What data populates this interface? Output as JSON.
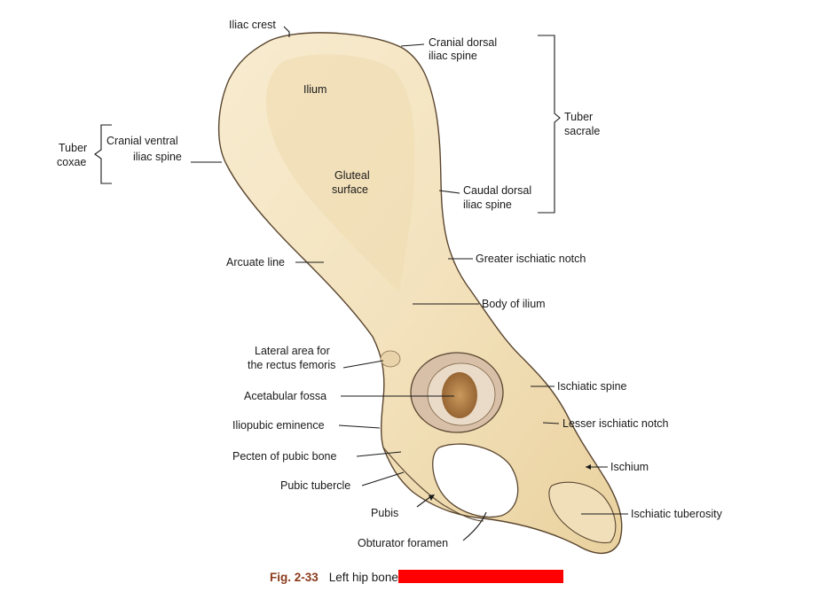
{
  "labels": {
    "iliac_crest": "Iliac crest",
    "cranial_dorsal_1": "Cranial dorsal",
    "cranial_dorsal_2": "iliac spine",
    "ilium": "Ilium",
    "tuber_sacrale_1": "Tuber",
    "tuber_sacrale_2": "sacrale",
    "tuber_coxae_1": "Tuber",
    "tuber_coxae_2": "coxae",
    "cranial_ventral_1": "Cranial ventral",
    "cranial_ventral_2": "iliac spine",
    "gluteal_1": "Gluteal",
    "gluteal_2": "surface",
    "caudal_dorsal_1": "Caudal dorsal",
    "caudal_dorsal_2": "iliac spine",
    "arcuate_line": "Arcuate line",
    "greater_ischiatic_notch": "Greater ischiatic notch",
    "body_of_ilium": "Body of ilium",
    "lateral_area_1": "Lateral area for",
    "lateral_area_2": "the rectus femoris",
    "ischiatic_spine": "Ischiatic spine",
    "acetabular_fossa": "Acetabular fossa",
    "lesser_ischiatic_notch": "Lesser ischiatic notch",
    "iliopubic_eminence": "Iliopubic eminence",
    "pecten": "Pecten of pubic bone",
    "ischium": "Ischium",
    "pubic_tubercle": "Pubic tubercle",
    "pubis": "Pubis",
    "ischiatic_tuberosity": "Ischiatic tuberosity",
    "obturator_foramen": "Obturator foramen"
  },
  "caption": {
    "number": "Fig. 2-33",
    "text": "Left hip bone"
  },
  "colors": {
    "bone": "#f5e6c4",
    "bone_shadow": "#e8cfa0",
    "fossa": "#c08a4e",
    "caption_number": "#8b3a1a",
    "redaction": "#ff0000"
  }
}
